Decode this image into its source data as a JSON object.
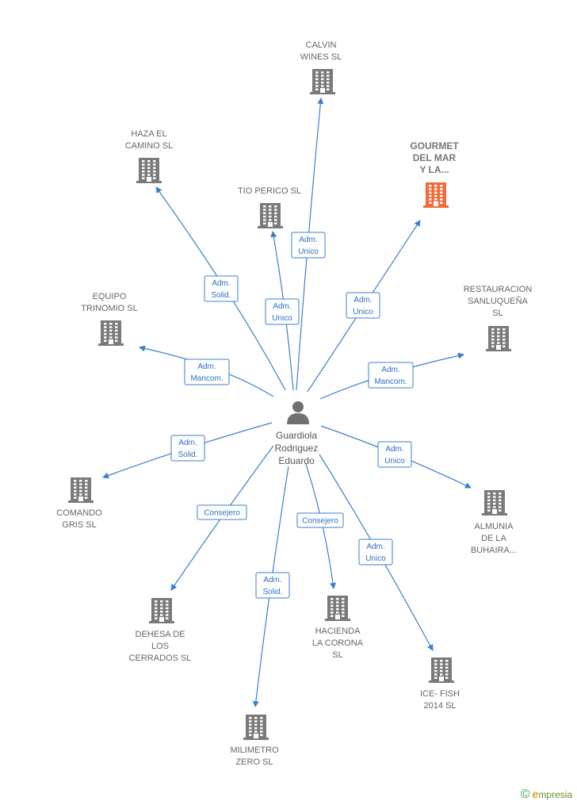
{
  "colors": {
    "edge": "#3a80d0",
    "building": "#7a7a7a",
    "highlight": "#f06a3a",
    "person": "#707070"
  },
  "center": {
    "lines": [
      "Guardiola",
      "Rodriguez",
      "Eduardo"
    ],
    "icon": "person-icon"
  },
  "nodes": [
    {
      "id": "calvin",
      "lines": [
        "CALVIN",
        "WINES  SL"
      ],
      "highlight": false
    },
    {
      "id": "haza",
      "lines": [
        "HAZA EL",
        "CAMINO  SL"
      ],
      "highlight": false
    },
    {
      "id": "gourmet",
      "lines": [
        "GOURMET",
        "DEL MAR",
        "Y LA..."
      ],
      "highlight": true
    },
    {
      "id": "tioperico",
      "lines": [
        "TIO PERICO SL"
      ],
      "highlight": false
    },
    {
      "id": "equipo",
      "lines": [
        "EQUIPO",
        "TRINOMIO  SL"
      ],
      "highlight": false
    },
    {
      "id": "restauracion",
      "lines": [
        "RESTAURACION",
        "SANLUQUEÑA",
        "SL"
      ],
      "highlight": false
    },
    {
      "id": "comando",
      "lines": [
        "COMANDO",
        "GRIS  SL"
      ],
      "highlight": false
    },
    {
      "id": "almunia",
      "lines": [
        "ALMUNIA",
        "DE LA",
        "BUHAIRA..."
      ],
      "highlight": false
    },
    {
      "id": "dehesa",
      "lines": [
        "DEHESA DE",
        "LOS",
        "CERRADOS  SL"
      ],
      "highlight": false
    },
    {
      "id": "hacienda",
      "lines": [
        "HACIENDA",
        "LA CORONA",
        "SL"
      ],
      "highlight": false
    },
    {
      "id": "icefish",
      "lines": [
        "ICE- FISH",
        "2014  SL"
      ],
      "highlight": false
    },
    {
      "id": "milimetro",
      "lines": [
        "MILIMETRO",
        "ZERO  SL"
      ],
      "highlight": false
    }
  ],
  "edges": [
    {
      "target": "calvin",
      "lines": [
        "Adm.",
        "Unico"
      ]
    },
    {
      "target": "haza",
      "lines": [
        "Adm.",
        "Solid."
      ]
    },
    {
      "target": "gourmet",
      "lines": [
        "Adm.",
        "Unico"
      ]
    },
    {
      "target": "tioperico",
      "lines": [
        "Adm.",
        "Unico"
      ]
    },
    {
      "target": "equipo",
      "lines": [
        "Adm.",
        "Mancom."
      ]
    },
    {
      "target": "restauracion",
      "lines": [
        "Adm.",
        "Mancom."
      ]
    },
    {
      "target": "comando",
      "lines": [
        "Adm.",
        "Solid."
      ]
    },
    {
      "target": "almunia",
      "lines": [
        "Adm.",
        "Unico"
      ]
    },
    {
      "target": "dehesa",
      "lines": [
        "Consejero"
      ]
    },
    {
      "target": "hacienda",
      "lines": [
        "Consejero"
      ]
    },
    {
      "target": "icefish",
      "lines": [
        "Adm.",
        "Unico"
      ]
    },
    {
      "target": "milimetro",
      "lines": [
        "Adm.",
        "Solid."
      ]
    }
  ],
  "footer": {
    "copyright": "©",
    "brand_initial": "e",
    "brand_rest": "mpresia"
  }
}
